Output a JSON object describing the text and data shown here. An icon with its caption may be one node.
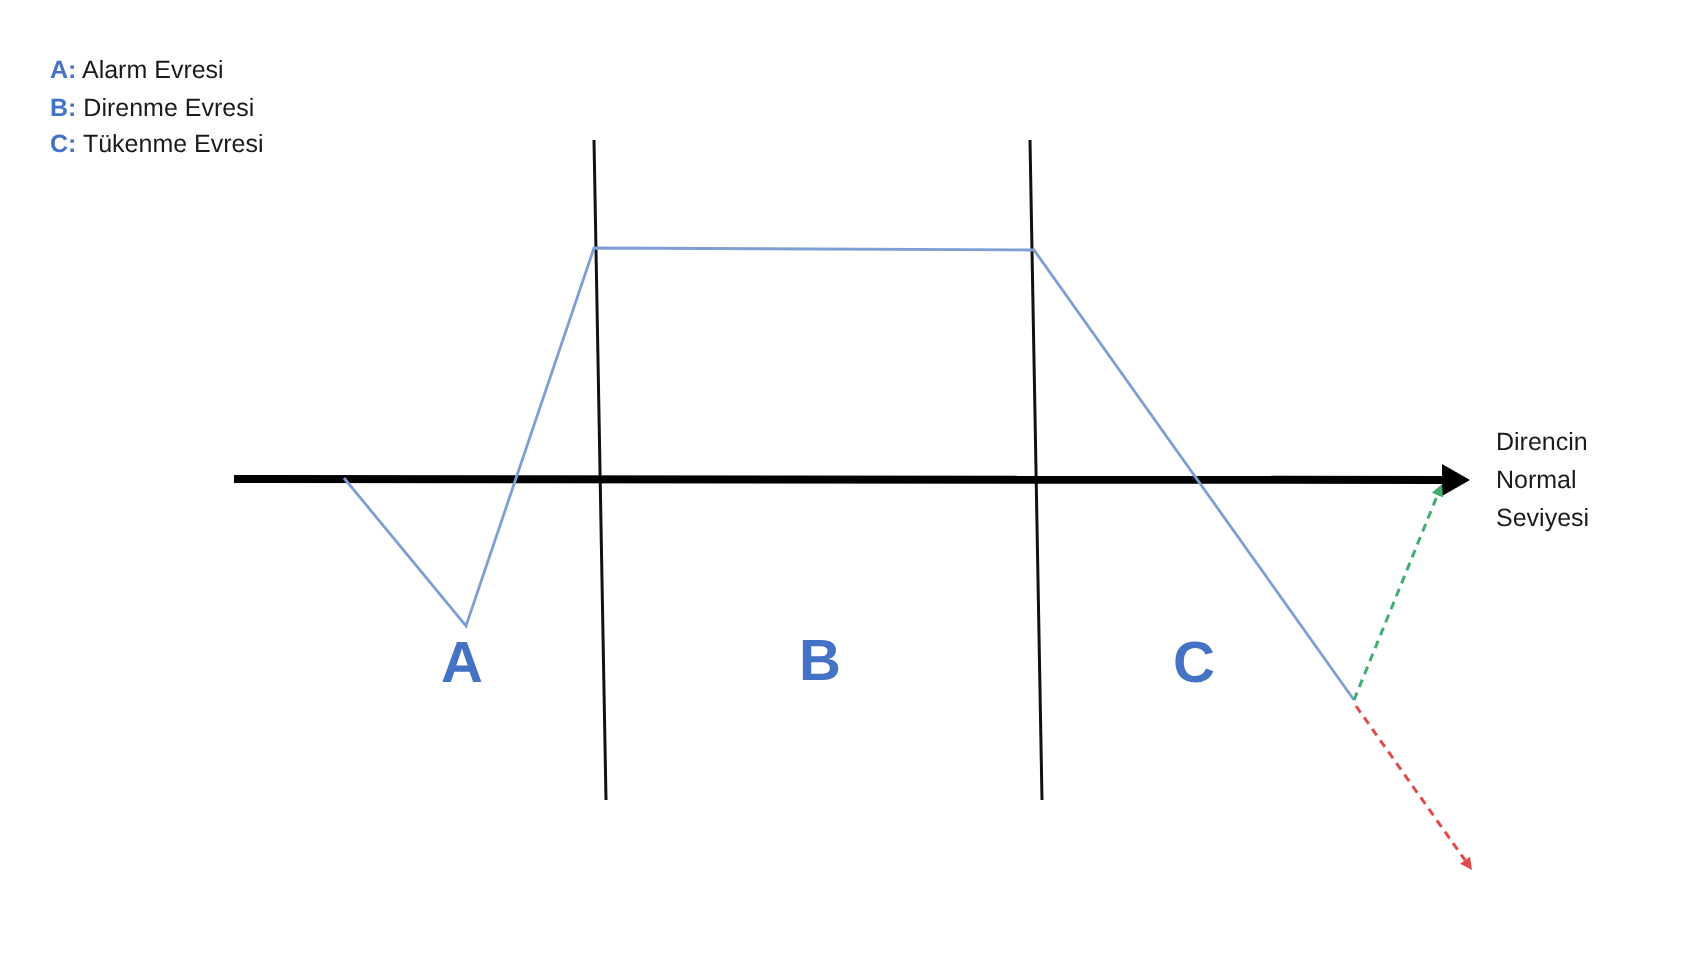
{
  "diagram": {
    "labels": [
      "**A:** Alarm Evresi",
      "**B:** Direnme Evresi",
      "**C:** Tükenme Evresi",
      "A",
      "B",
      "C",
      "Direncin Normal Seviyesi"
    ]
  }
}
